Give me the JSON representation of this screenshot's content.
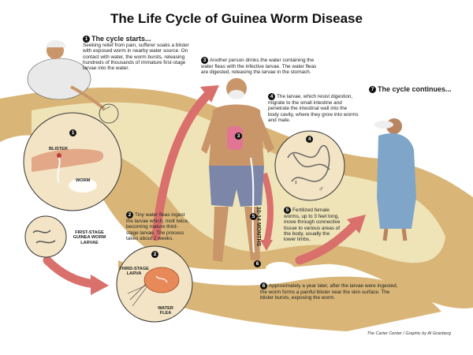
{
  "title": "The Life Cycle of Guinea Worm Disease",
  "steps": {
    "s1": {
      "num": "1",
      "heading": "The cycle starts...",
      "text": "Seeking relief from pain, sufferer soaks a blister with exposed worm in nearby water source. On contact with water, the worm bursts, releasing hundreds of thousands of immature first-stage larvae into the water."
    },
    "s2": {
      "num": "2",
      "text": "Tiny water fleas ingest the larvae which, molt twice, becoming mature third-stage larvae. The process takes about 2 weeks."
    },
    "s3": {
      "num": "3",
      "text": "Another person drinks the water containing the water fleas with the infective larvae. The water fleas are digested, releasing the larvae in the stomach."
    },
    "s4": {
      "num": "4",
      "text": "The larvae, which resist digestion, migrate to the small intestine and penetrate the intestinal wall into the body cavity, where they grow into worms and mate."
    },
    "s5": {
      "num": "5",
      "text": "Fertilized female worms, up to 3 feet long, move through connective tissue to various areas of the body, usually the lower limbs."
    },
    "s6": {
      "num": "6",
      "text": "Approximately a year later, after the larvae were ingested, the worm forms a painful blister near the skin surface. The blister bursts, exposing the worm."
    },
    "s7": {
      "num": "7",
      "heading": "The cycle continues..."
    }
  },
  "labels": {
    "blister": "BLISTER",
    "worm": "WORM",
    "first_stage": "FIRST-STAGE GUINEA WORM LARVAE",
    "third_stage": "THIRD-STAGE LARVA",
    "water_flea": "WATER FLEA",
    "months": "10-14 MONTHS",
    "female": "♀",
    "male": "♂"
  },
  "inset_numbers": {
    "n1": "1",
    "n2": "2",
    "n3": "3",
    "n4": "4",
    "n5": "5",
    "n6": "6"
  },
  "credit": "The Carter Center / Graphic by Al Granberg",
  "colors": {
    "ground": "#d9b678",
    "water": "#efe4b8",
    "arrow": "#d9706c",
    "skin": "#d9a77f",
    "worm": "#f5f5f5"
  }
}
